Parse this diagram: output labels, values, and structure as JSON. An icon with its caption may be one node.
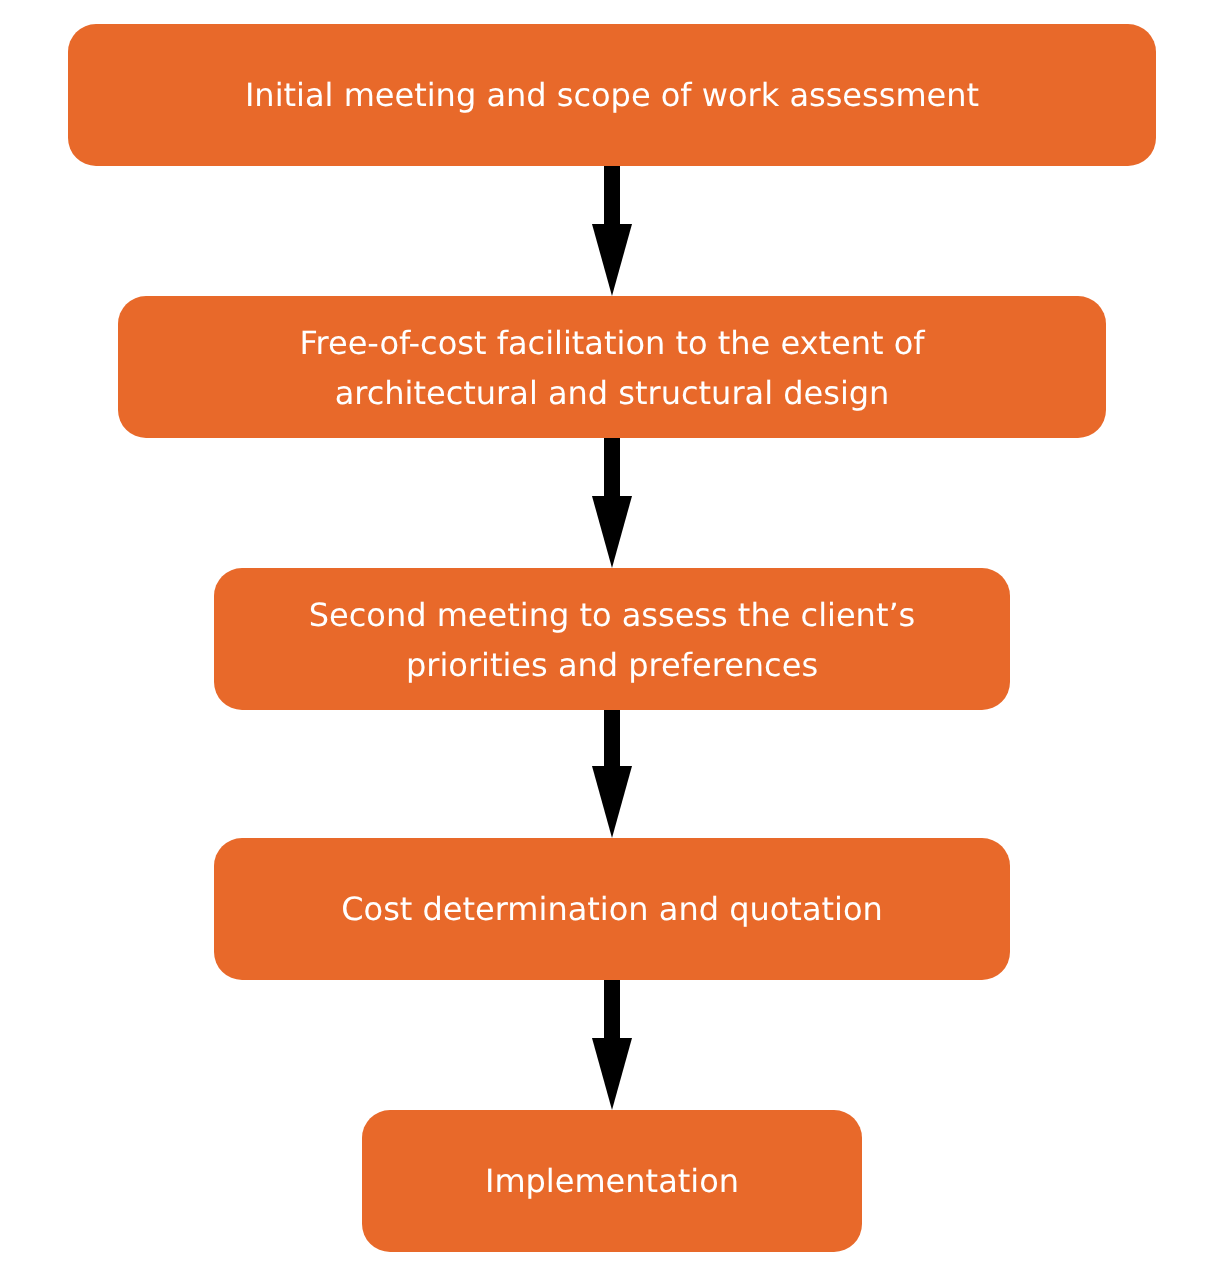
{
  "diagram": {
    "nodes": [
      {
        "text": [
          "Initial meeting and scope of work assessment"
        ]
      },
      {
        "text": [
          "Free-of-cost facilitation to the extent of architectural and structural design"
        ]
      },
      {
        "text": [
          "Second meeting to assess the client’s priorities and preferences"
        ]
      },
      {
        "text": [
          "Cost determination and quotation"
        ]
      },
      {
        "text": [
          "Implementation"
        ]
      }
    ],
    "edges": [
      {
        "from": 0,
        "to": 1,
        "arrow": "to"
      },
      {
        "from": 1,
        "to": 2,
        "arrow": "to"
      },
      {
        "from": 2,
        "to": 3,
        "arrow": "to"
      },
      {
        "from": 3,
        "to": 4,
        "arrow": "to"
      }
    ]
  }
}
